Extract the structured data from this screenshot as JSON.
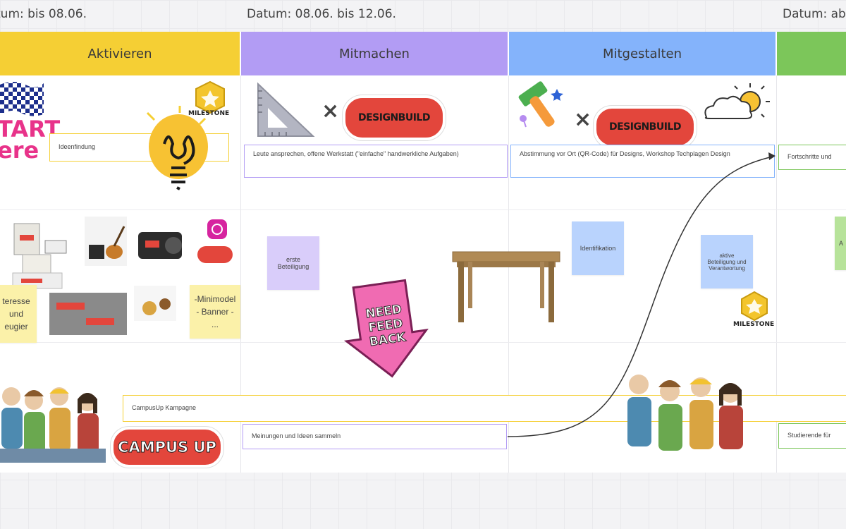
{
  "dates": {
    "col1": "tum: bis 08.06.",
    "col2": "Datum: 08.06. bis 12.06.",
    "col4": "Datum: ab"
  },
  "phases": [
    {
      "label": "Aktivieren",
      "color": "#f5cf34"
    },
    {
      "label": "Mitmachen",
      "color": "#b29cf4"
    },
    {
      "label": "Mitgestalten",
      "color": "#84b3fb"
    },
    {
      "label": "",
      "color": "#7cc65a"
    }
  ],
  "cards": {
    "ideenfindung": "Ideenfindung",
    "leute": "Leute ansprechen, offene Werkstatt (\"einfache\" handwerkliche Aufgaben)",
    "abstimmung": "Abstimmung vor Ort (QR-Code) für Designs, Workshop Techplagen Design",
    "fortschritte": "Fortschritte und",
    "campusup_kampagne": "CampusUp Kampagne",
    "meinungen": "Meinungen und Ideen sammeln",
    "studierende": "Studierende für"
  },
  "stickies": {
    "erste_beteiligung": "erste Beteiligung",
    "interesse": "teresse und eugier",
    "minimodel": "-Minimodel - Banner - ...",
    "identifikation": "Identifikation",
    "aktive": "aktive Beteiligung und Verantwortung",
    "green_partial": "A"
  },
  "stickers": {
    "start_here_line1": "TART",
    "start_here_line2": "ere",
    "milestone": "MILESTONE",
    "designbuild": "DESIGNBUILD",
    "need_feedback": "NEED FEED BACK",
    "campusup": "CAMPUS UP",
    "cross": "×"
  },
  "colors": {
    "yellow": "#f5cf34",
    "purple": "#b29cf4",
    "blue": "#84b3fb",
    "green": "#7cc65a",
    "sticky_yellow": "#fbf1a9",
    "sticky_purple": "#d9cdfa",
    "sticky_blue": "#b9d3fd",
    "sticky_green": "#b7e39a",
    "brand_red": "#e3463c",
    "feedback_pink": "#f06bb2"
  },
  "icons": [
    "checkered-flag-icon",
    "lightbulb-icon",
    "milestone-icon",
    "set-square-icon",
    "hammer-icon",
    "cloud-sun-icon",
    "table-icon",
    "instagram-icon",
    "camera-icon",
    "megaphone-icon",
    "guitar-icon",
    "students-illustration-icon",
    "connector-arrow-icon"
  ]
}
